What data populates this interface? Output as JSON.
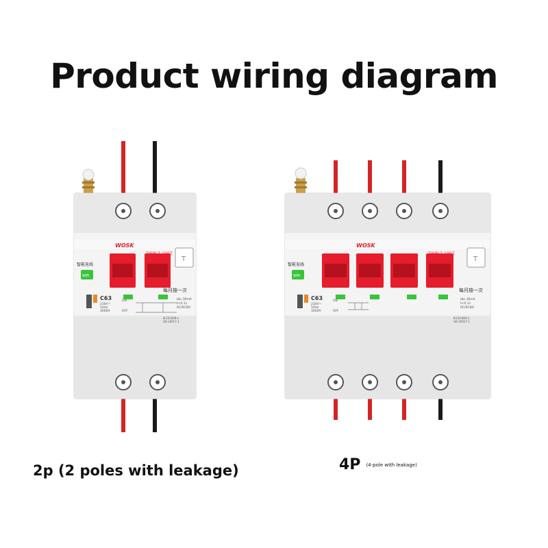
{
  "title": "Product wiring diagram",
  "brand_logo": "WOSK",
  "model": "ZJSBL7-100Z",
  "smart_label": "智能无线",
  "wifi_badge": "WiFi",
  "rating": "C63",
  "specs": [
    "230V~",
    "50Hz",
    "3000A"
  ],
  "on_label": "ON",
  "off_label": "OFF",
  "test_label": "T",
  "monthly_test": "每月按一次",
  "leakage_spec": [
    "IΔn 30mA",
    "t<0.1s",
    "RC/RCBO"
  ],
  "standard": [
    "IEC61009-1",
    "GB 16917.1"
  ],
  "two_pole": {
    "label": "2p (2 poles with leakage)",
    "wires_top": [
      "red",
      "black"
    ],
    "wires_bottom": [
      "red",
      "black"
    ]
  },
  "four_pole": {
    "label": "4P",
    "sublabel": "(4-pole with leakage)",
    "wires_top": [
      "red",
      "red",
      "red",
      "black"
    ],
    "wires_bottom": [
      "red",
      "red",
      "red",
      "black"
    ]
  },
  "colors": {
    "red_wire": "#d42424",
    "black_wire": "#1a1a1a",
    "handle": "#e51d2c",
    "body": "#ededed",
    "green_indicator": "#39c43c",
    "brass": "#c9a04a"
  }
}
